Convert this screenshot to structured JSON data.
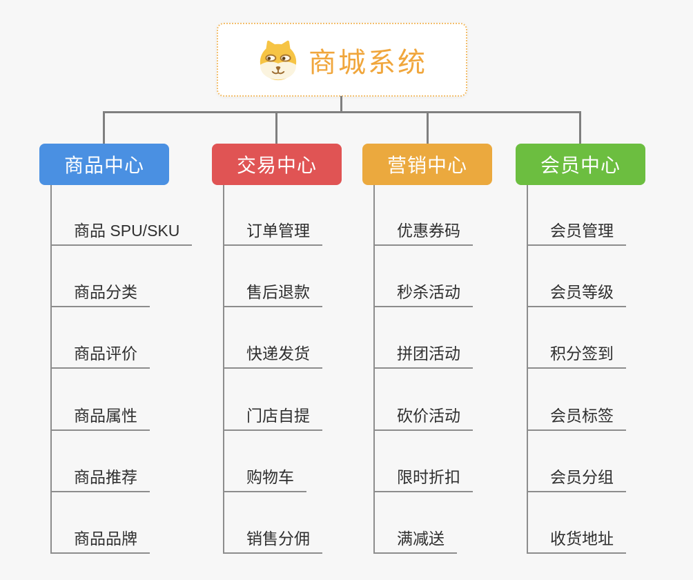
{
  "root": {
    "title": "商城系统",
    "icon": "shiba-dog-face",
    "title_color": "#F0A63C",
    "border_color": "#F3BE6B"
  },
  "connector_color": "#7F7F7F",
  "background_color": "#F7F7F7",
  "branches": [
    {
      "label": "商品中心",
      "color": "#4A90E2",
      "items": [
        "商品 SPU/SKU",
        "商品分类",
        "商品评价",
        "商品属性",
        "商品推荐",
        "商品品牌"
      ]
    },
    {
      "label": "交易中心",
      "color": "#E05454",
      "items": [
        "订单管理",
        "售后退款",
        "快递发货",
        "门店自提",
        "购物车",
        "销售分佣"
      ]
    },
    {
      "label": "营销中心",
      "color": "#EBA93E",
      "items": [
        "优惠券码",
        "秒杀活动",
        "拼团活动",
        "砍价活动",
        "限时折扣",
        "满减送"
      ]
    },
    {
      "label": "会员中心",
      "color": "#6CBE40",
      "items": [
        "会员管理",
        "会员等级",
        "积分签到",
        "会员标签",
        "会员分组",
        "收货地址"
      ]
    }
  ]
}
